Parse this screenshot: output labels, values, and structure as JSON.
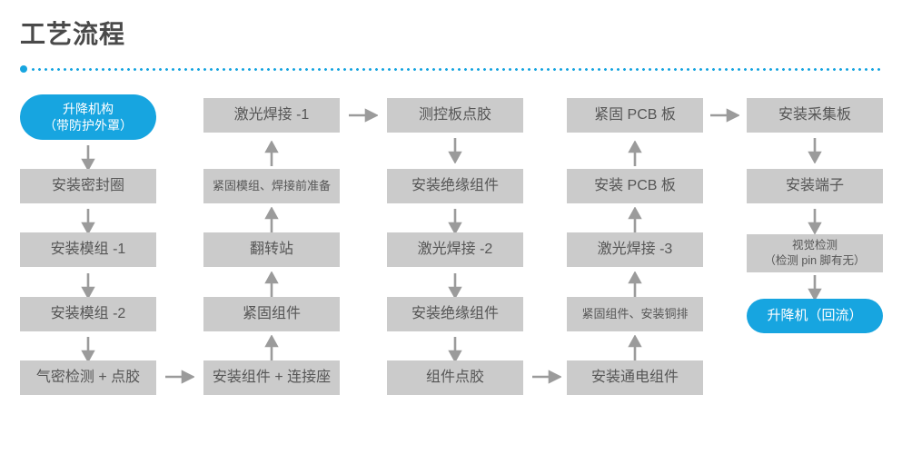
{
  "header": {
    "title": "工艺流程",
    "divider_color": "#17A5E0"
  },
  "theme": {
    "accent": "#17A5E0",
    "node_bg": "#cbcbcb",
    "node_text": "#565656",
    "arrow_color": "#9b9b9b"
  },
  "flow": {
    "columns": [
      {
        "id": "column-1",
        "direction": "down",
        "nodes": [
          {
            "id": "n1-1",
            "label": "升降机构\n（带防护外罩）",
            "style": "pill",
            "lines": 2
          },
          {
            "id": "n1-2",
            "label": "安装密封圈",
            "style": "box",
            "lines": 1
          },
          {
            "id": "n1-3",
            "label": "安装模组 -1",
            "style": "box",
            "lines": 1
          },
          {
            "id": "n1-4",
            "label": "安装模组 -2",
            "style": "box",
            "lines": 1
          },
          {
            "id": "n1-5",
            "label": "气密检测 + 点胶",
            "style": "box",
            "lines": 1
          }
        ]
      },
      {
        "id": "column-2",
        "direction": "up",
        "nodes": [
          {
            "id": "n2-1",
            "label": "激光焊接 -1",
            "style": "box",
            "lines": 1
          },
          {
            "id": "n2-2",
            "label": "紧固模组、焊接前准备",
            "style": "box-small",
            "lines": 1
          },
          {
            "id": "n2-3",
            "label": "翻转站",
            "style": "box",
            "lines": 1
          },
          {
            "id": "n2-4",
            "label": "紧固组件",
            "style": "box",
            "lines": 1
          },
          {
            "id": "n2-5",
            "label": "安装组件 + 连接座",
            "style": "box",
            "lines": 1
          }
        ]
      },
      {
        "id": "column-3",
        "direction": "down",
        "nodes": [
          {
            "id": "n3-1",
            "label": "测控板点胶",
            "style": "box",
            "lines": 1
          },
          {
            "id": "n3-2",
            "label": "安装绝缘组件",
            "style": "box",
            "lines": 1
          },
          {
            "id": "n3-3",
            "label": "激光焊接 -2",
            "style": "box",
            "lines": 1
          },
          {
            "id": "n3-4",
            "label": "安装绝缘组件",
            "style": "box",
            "lines": 1
          },
          {
            "id": "n3-5",
            "label": "组件点胶",
            "style": "box",
            "lines": 1
          }
        ]
      },
      {
        "id": "column-4",
        "direction": "up",
        "nodes": [
          {
            "id": "n4-1",
            "label": "紧固 PCB 板",
            "style": "box",
            "lines": 1
          },
          {
            "id": "n4-2",
            "label": "安装 PCB 板",
            "style": "box",
            "lines": 1
          },
          {
            "id": "n4-3",
            "label": "激光焊接 -3",
            "style": "box",
            "lines": 1
          },
          {
            "id": "n4-4",
            "label": "紧固组件、安装铜排",
            "style": "box-small",
            "lines": 1
          },
          {
            "id": "n4-5",
            "label": "安装通电组件",
            "style": "box",
            "lines": 1
          }
        ]
      },
      {
        "id": "column-5",
        "direction": "down",
        "nodes": [
          {
            "id": "n5-1",
            "label": "安装采集板",
            "style": "box",
            "lines": 1
          },
          {
            "id": "n5-2",
            "label": "安装端子",
            "style": "box",
            "lines": 1
          },
          {
            "id": "n5-3",
            "label": "视觉检测\n（检测 pin 脚有无）",
            "style": "box-two-line",
            "lines": 2
          },
          {
            "id": "n5-4",
            "label": "升降机（回流）",
            "style": "pill",
            "lines": 1
          }
        ]
      }
    ],
    "connectors": [
      {
        "id": "c1-1",
        "type": "vertical",
        "direction": "down",
        "from": "n1-1",
        "to": "n1-2"
      },
      {
        "id": "c1-2",
        "type": "vertical",
        "direction": "down",
        "from": "n1-2",
        "to": "n1-3"
      },
      {
        "id": "c1-3",
        "type": "vertical",
        "direction": "down",
        "from": "n1-3",
        "to": "n1-4"
      },
      {
        "id": "c1-4",
        "type": "vertical",
        "direction": "down",
        "from": "n1-4",
        "to": "n1-5"
      },
      {
        "id": "c-bridge-1",
        "type": "horizontal",
        "direction": "right",
        "from": "n1-5",
        "to": "n2-5"
      },
      {
        "id": "c2-1",
        "type": "vertical",
        "direction": "up",
        "from": "n2-5",
        "to": "n2-4"
      },
      {
        "id": "c2-2",
        "type": "vertical",
        "direction": "up",
        "from": "n2-4",
        "to": "n2-3"
      },
      {
        "id": "c2-3",
        "type": "vertical",
        "direction": "up",
        "from": "n2-3",
        "to": "n2-2"
      },
      {
        "id": "c2-4",
        "type": "vertical",
        "direction": "up",
        "from": "n2-2",
        "to": "n2-1"
      },
      {
        "id": "c-bridge-2",
        "type": "horizontal",
        "direction": "right",
        "from": "n2-1",
        "to": "n3-1"
      },
      {
        "id": "c3-1",
        "type": "vertical",
        "direction": "down",
        "from": "n3-1",
        "to": "n3-2"
      },
      {
        "id": "c3-2",
        "type": "vertical",
        "direction": "down",
        "from": "n3-2",
        "to": "n3-3"
      },
      {
        "id": "c3-3",
        "type": "vertical",
        "direction": "down",
        "from": "n3-3",
        "to": "n3-4"
      },
      {
        "id": "c3-4",
        "type": "vertical",
        "direction": "down",
        "from": "n3-4",
        "to": "n3-5"
      },
      {
        "id": "c-bridge-3",
        "type": "horizontal",
        "direction": "right",
        "from": "n3-5",
        "to": "n4-5"
      },
      {
        "id": "c4-1",
        "type": "vertical",
        "direction": "up",
        "from": "n4-5",
        "to": "n4-4"
      },
      {
        "id": "c4-2",
        "type": "vertical",
        "direction": "up",
        "from": "n4-4",
        "to": "n4-3"
      },
      {
        "id": "c4-3",
        "type": "vertical",
        "direction": "up",
        "from": "n4-3",
        "to": "n4-2"
      },
      {
        "id": "c4-4",
        "type": "vertical",
        "direction": "up",
        "from": "n4-2",
        "to": "n4-1"
      },
      {
        "id": "c-bridge-4",
        "type": "horizontal",
        "direction": "right",
        "from": "n4-1",
        "to": "n5-1"
      },
      {
        "id": "c5-1",
        "type": "vertical",
        "direction": "down",
        "from": "n5-1",
        "to": "n5-2"
      },
      {
        "id": "c5-2",
        "type": "vertical",
        "direction": "down",
        "from": "n5-2",
        "to": "n5-3"
      },
      {
        "id": "c5-3",
        "type": "vertical",
        "direction": "down",
        "from": "n5-3",
        "to": "n5-4"
      }
    ]
  }
}
